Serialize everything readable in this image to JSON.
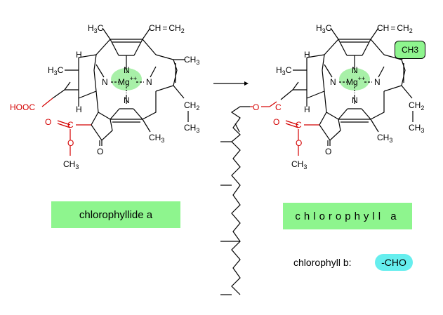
{
  "left_molecule": {
    "mg_label": "Mg",
    "mg_charge": "++",
    "n_label": "N",
    "h_label": "H",
    "h3c_label": "H3C",
    "ch_label": "CH",
    "ch2_label": "CH2",
    "ch3_label": "CH3",
    "o_label": "O",
    "hooc_label": "HOOC",
    "c_label": "C",
    "eq": "="
  },
  "right_molecule": {
    "ch3_highlight": "CH3"
  },
  "labels": {
    "chlorophyllide": "chlorophyllide a",
    "chlorophyll": "chlorophyll a",
    "chlorophyll_b": "chlorophyll b:",
    "cho": "-CHO"
  },
  "colors": {
    "green_box": "#8ef58e",
    "cyan_box": "#66eeee",
    "mg_glow": "#a8f0a8",
    "acid_red": "#d40000"
  }
}
